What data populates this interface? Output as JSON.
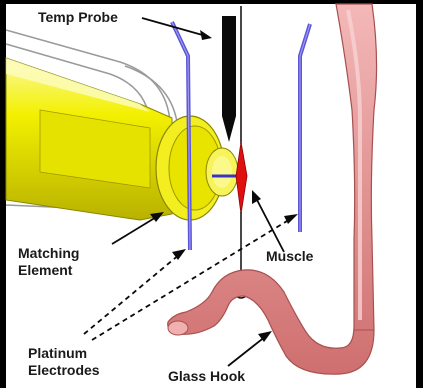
{
  "labels": {
    "temp_probe": "Temp Probe",
    "matching_line1": "Matching",
    "matching_line2": "Element",
    "muscle": "Muscle",
    "platinum_line1": "Platinum",
    "platinum_line2": "Electrodes",
    "glass_hook": "Glass Hook"
  },
  "colors": {
    "background_frame": "#000000",
    "canvas": "#ffffff",
    "matching_element": "#f3f000",
    "matching_element_shadow": "#b8b200",
    "glass_hook": "#e89090",
    "glass_hook_highlight": "#f6c2c2",
    "electrodes": "#5b55d8",
    "muscle": "#e01010",
    "temp_probe": "#0a0a0a",
    "housing_outline": "#9a9a9a"
  },
  "icons": {
    "stimulation_indicator": "blue-line"
  }
}
